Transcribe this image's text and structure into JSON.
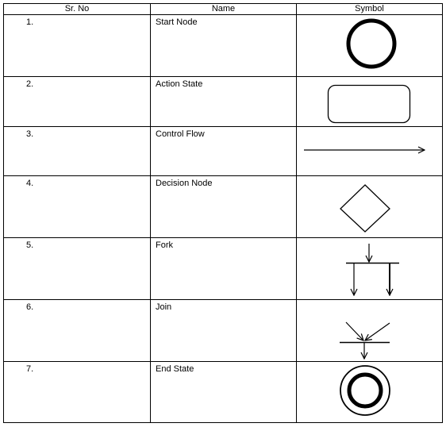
{
  "headers": {
    "sr_no": "Sr. No",
    "name": "Name",
    "symbol": "Symbol"
  },
  "rows": [
    {
      "sr": "1.",
      "name": "Start Node",
      "symbol_icon": "start-node-icon"
    },
    {
      "sr": "2.",
      "name": "Action State",
      "symbol_icon": "action-state-icon"
    },
    {
      "sr": "3.",
      "name": "Control Flow",
      "symbol_icon": "control-flow-icon"
    },
    {
      "sr": "4.",
      "name": "Decision Node",
      "symbol_icon": "decision-node-icon"
    },
    {
      "sr": "5.",
      "name": "Fork",
      "symbol_icon": "fork-icon"
    },
    {
      "sr": "6.",
      "name": "Join",
      "symbol_icon": "join-icon"
    },
    {
      "sr": "7.",
      "name": "End State",
      "symbol_icon": "end-state-icon"
    }
  ]
}
